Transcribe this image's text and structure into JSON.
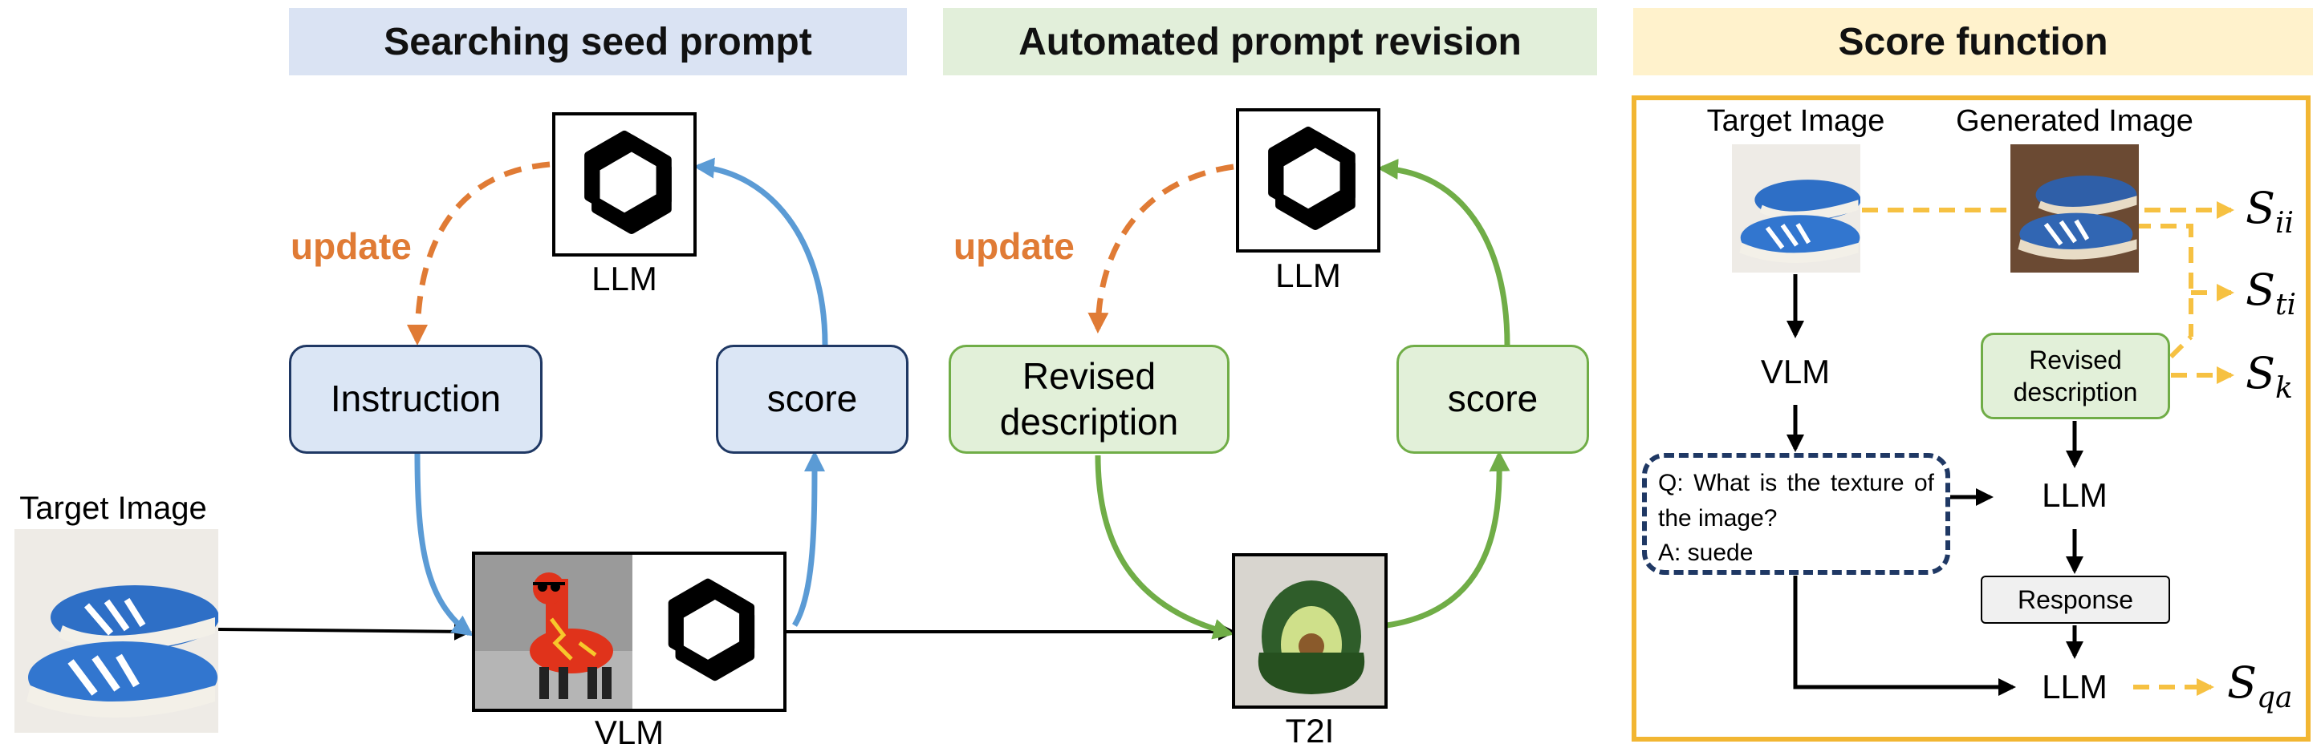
{
  "sections": {
    "seed": "Searching seed prompt",
    "revision": "Automated prompt revision",
    "score": "Score function"
  },
  "colors": {
    "seed_band": "#dae3f3",
    "revision_band": "#e2efda",
    "score_band": "#fff2cc",
    "blue_arrow": "#5b9bd5",
    "orange_arrow": "#e07b35",
    "green_arrow": "#70ad47",
    "yellow_arrow": "#f6c142",
    "score_frame": "#f2b632",
    "qa_border": "#1f3864"
  },
  "left": {
    "target_label": "Target Image",
    "update": "update",
    "llm": "LLM",
    "instruction": "Instruction",
    "score": "score",
    "vlm": "VLM"
  },
  "middle": {
    "update": "update",
    "llm": "LLM",
    "revised": "Revised description",
    "score": "score",
    "t2i": "T2I"
  },
  "score_fn": {
    "target_image": "Target Image",
    "generated_image": "Generated Image",
    "vlm": "VLM",
    "revised": "Revised description",
    "llm1": "LLM",
    "response": "Response",
    "llm2": "LLM",
    "qa_q": "Q: What is the texture of the image?",
    "qa_a": "A: suede",
    "s_ii": {
      "base": "S",
      "sub": "ii"
    },
    "s_ti": {
      "base": "S",
      "sub": "ti"
    },
    "s_k": {
      "base": "S",
      "sub": "k"
    },
    "s_qa": {
      "base": "S",
      "sub": "qa"
    }
  },
  "icons": [
    "openai-logo-icon",
    "llama-character-icon",
    "avocado-chair-icon",
    "sneaker-image"
  ]
}
